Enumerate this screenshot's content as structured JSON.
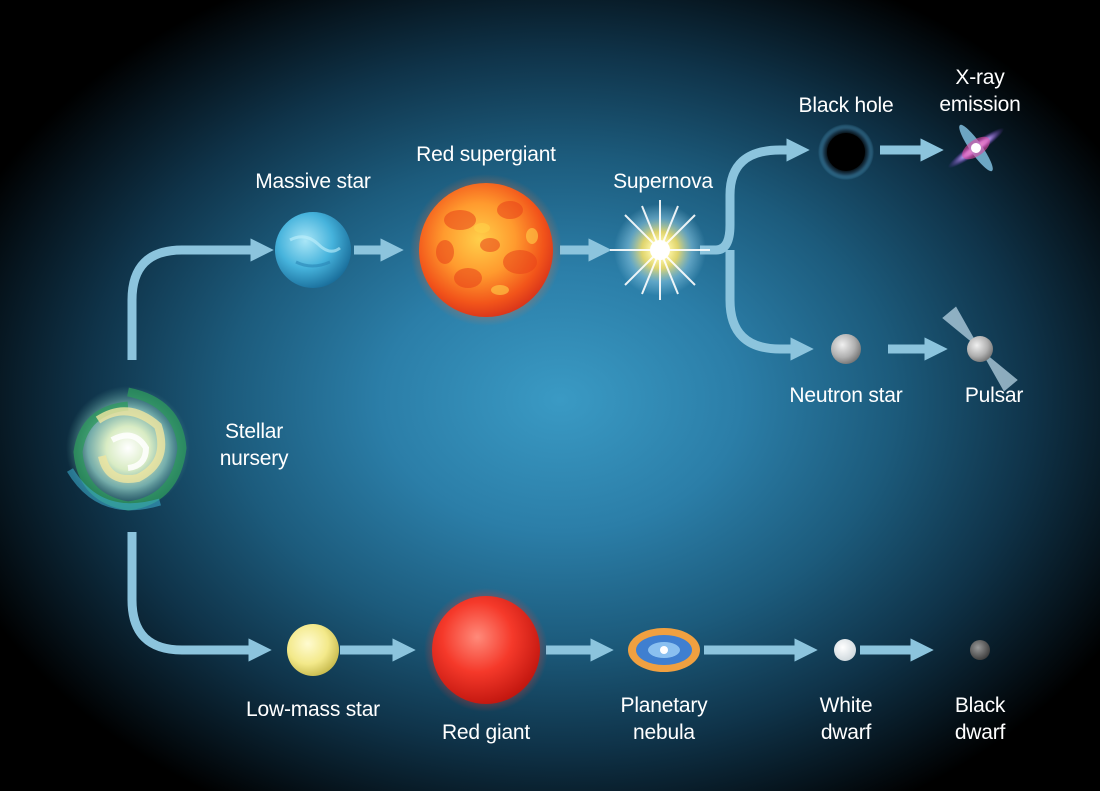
{
  "colors": {
    "arrow": "#8cc4dd",
    "label": "#ffffff"
  },
  "stages": {
    "stellar_nursery": {
      "line1": "Stellar",
      "line2": "nursery"
    },
    "massive_star": {
      "label": "Massive star"
    },
    "red_supergiant": {
      "label": "Red supergiant"
    },
    "supernova": {
      "label": "Supernova"
    },
    "black_hole": {
      "label": "Black hole"
    },
    "xray_emission": {
      "line1": "X-ray",
      "line2": "emission"
    },
    "neutron_star": {
      "label": "Neutron star"
    },
    "pulsar": {
      "label": "Pulsar"
    },
    "low_mass_star": {
      "label": "Low-mass star"
    },
    "red_giant": {
      "label": "Red giant"
    },
    "planetary_nebula": {
      "line1": "Planetary",
      "line2": "nebula"
    },
    "white_dwarf": {
      "line1": "White",
      "line2": "dwarf"
    },
    "black_dwarf": {
      "line1": "Black",
      "line2": "dwarf"
    }
  }
}
